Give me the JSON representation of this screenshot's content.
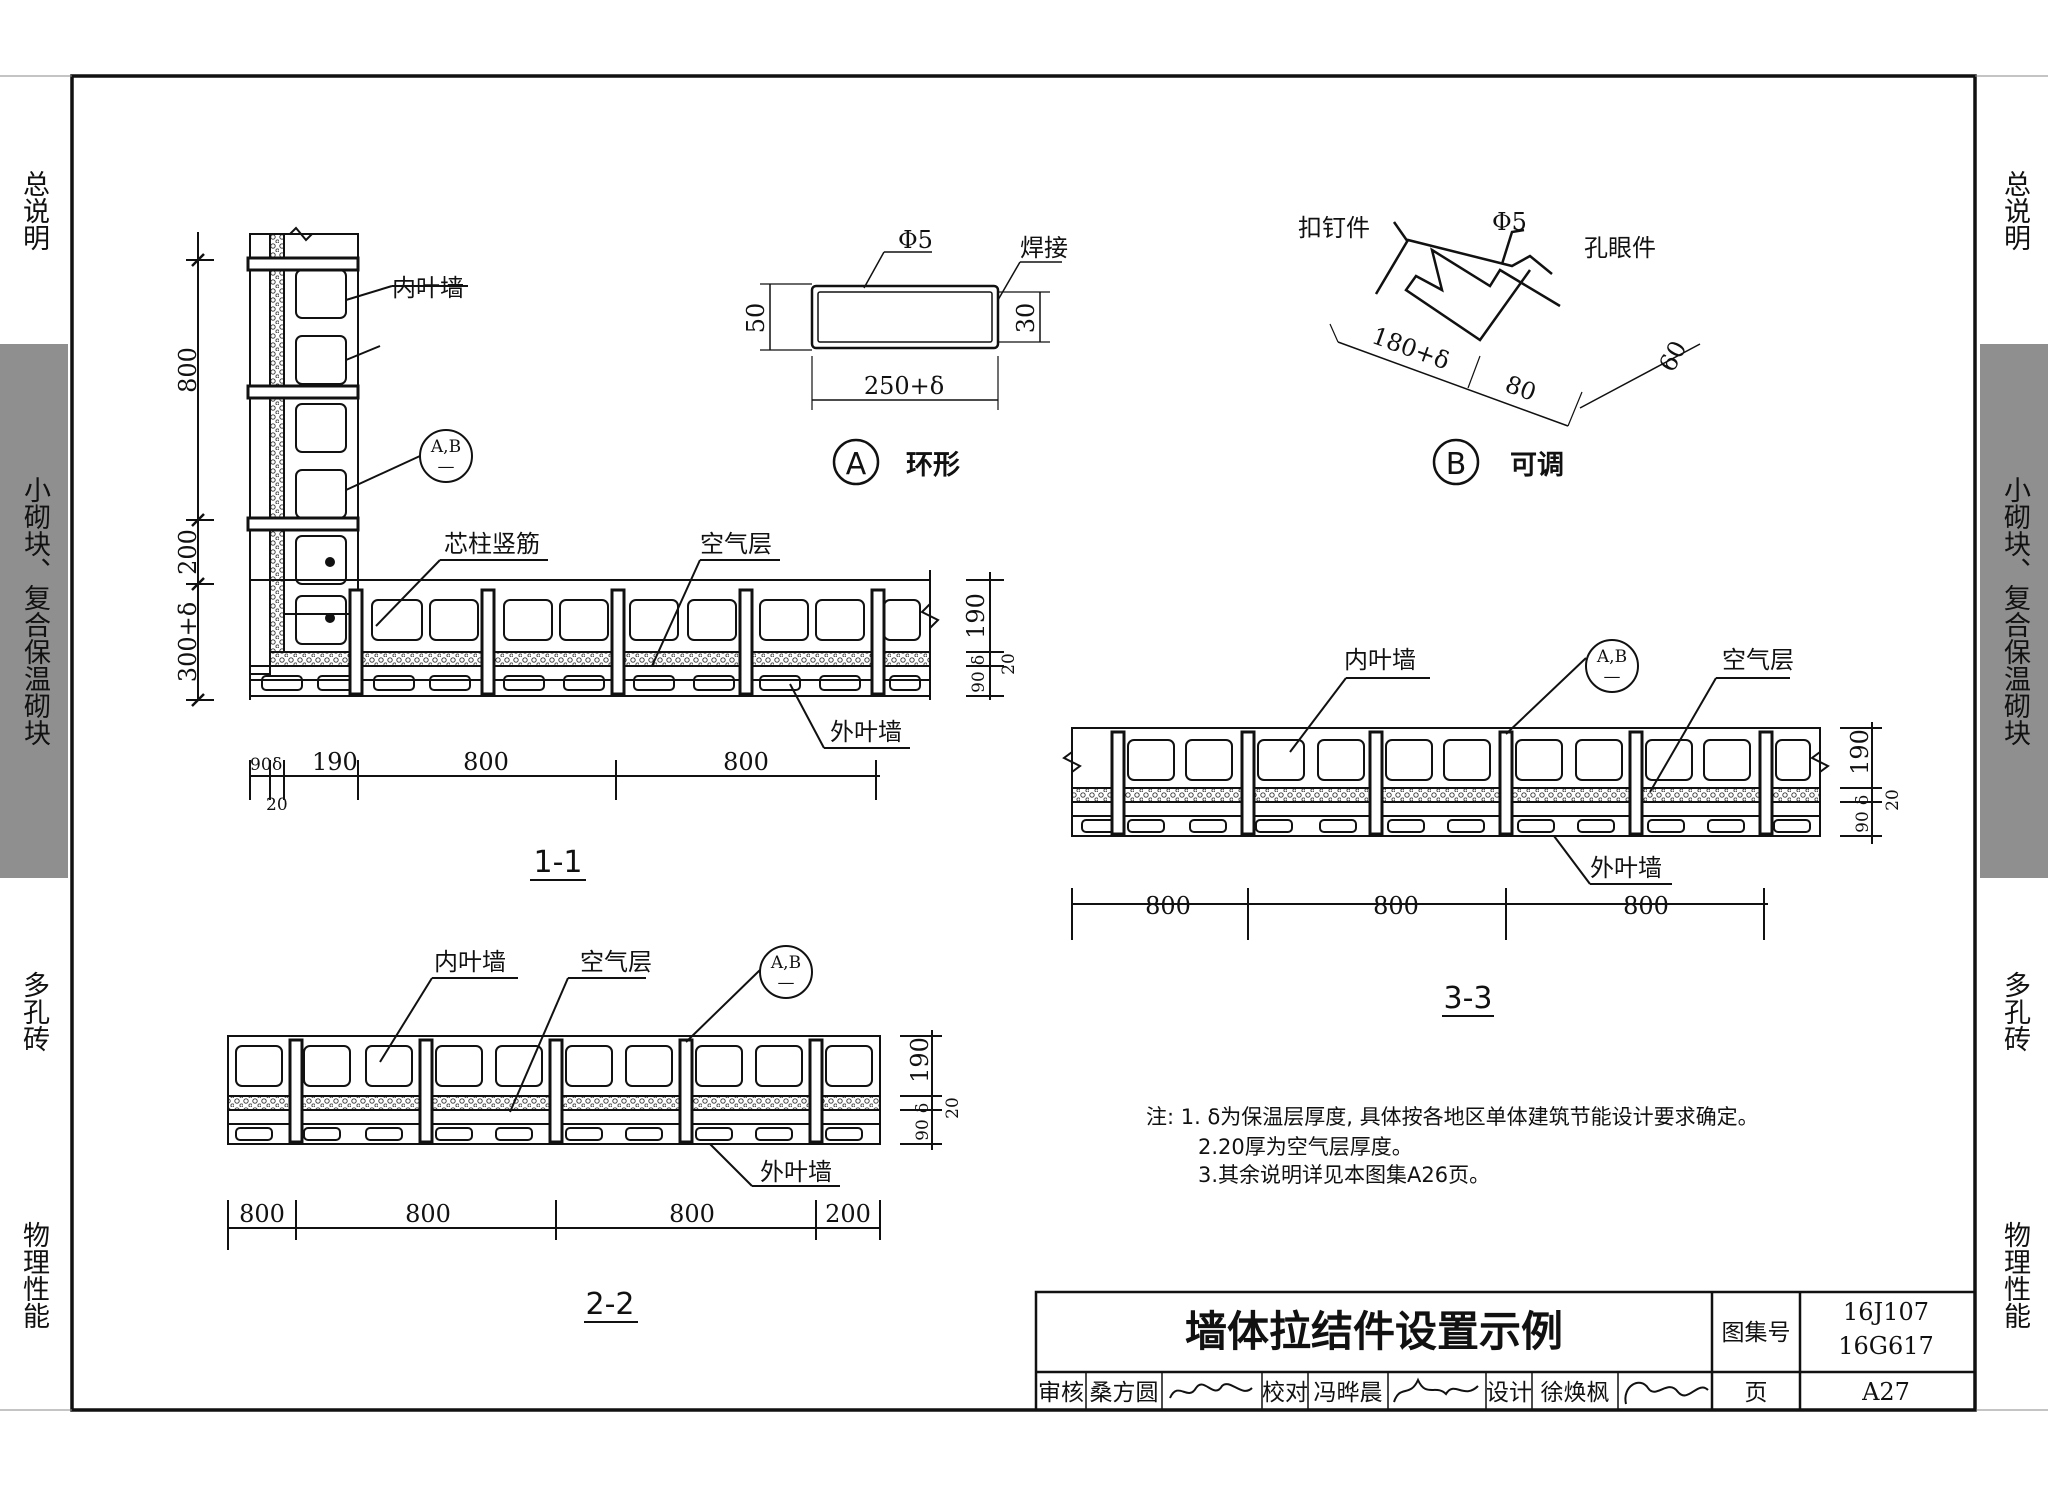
{
  "side_tabs": [
    "总说明",
    "小砌块、复合保温砌块",
    "多孔砖",
    "物理性能"
  ],
  "labels": {
    "inner_leaf": "内叶墙",
    "outer_leaf": "外叶墙",
    "air_layer": "空气层",
    "core_rebar": "芯柱竖筋",
    "tie_ref": "A,B",
    "tie_ref_sub": "—"
  },
  "detail_a": {
    "symbol": "A",
    "name": "环形",
    "phi": "Φ5",
    "weld": "焊接",
    "dim_height": "50",
    "dim_inner": "30",
    "dim_length": "250+δ"
  },
  "detail_b": {
    "symbol": "B",
    "name": "可调",
    "phi": "Φ5",
    "hook_part": "扣钉件",
    "eye_part": "孔眼件",
    "dim_len": "180+δ",
    "dim_80": "80",
    "dim_60": "60"
  },
  "section_1": {
    "name": "1-1",
    "dims_v": [
      "800",
      "200",
      "300+δ"
    ],
    "dims_h": [
      "90",
      "δ",
      "190",
      "800",
      "800"
    ],
    "dim_20": "20",
    "dims_right": [
      "190",
      "90",
      "δ",
      "20"
    ]
  },
  "section_2": {
    "name": "2-2",
    "dims_h": [
      "800",
      "800",
      "800",
      "200"
    ],
    "dims_right": [
      "190",
      "90",
      "δ",
      "20"
    ]
  },
  "section_3": {
    "name": "3-3",
    "dims_h": [
      "800",
      "800",
      "800"
    ],
    "dims_right": [
      "190",
      "90",
      "δ",
      "20"
    ]
  },
  "notes": [
    "注: 1. δ为保温层厚度, 具体按各地区单体建筑节能设计要求确定。",
    "2.20厚为空气层厚度。",
    "3.其余说明详见本图集A26页。"
  ],
  "title_block": {
    "title": "墙体拉结件设置示例",
    "atlas_label": "图集号",
    "atlas_no_1": "16J107",
    "atlas_no_2": "16G617",
    "page_label": "页",
    "page_no": "A27",
    "review_label": "审核",
    "reviewer": "桑方圆",
    "check_label": "校对",
    "checker": "冯晔晨",
    "design_label": "设计",
    "designer": "徐焕枫"
  }
}
